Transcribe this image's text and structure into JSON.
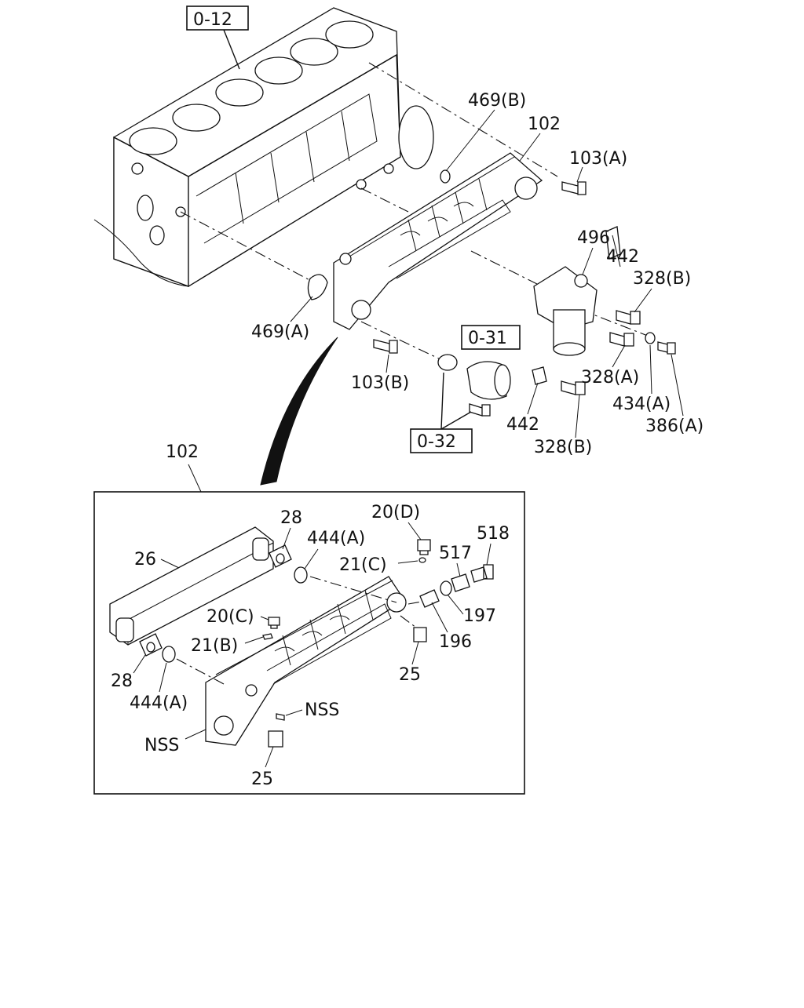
{
  "refs": {
    "ref_0_12": "0-12",
    "ref_0_31": "0-31",
    "ref_0_32": "0-32"
  },
  "labels": {
    "l469b": "469(B)",
    "l102_top": "102",
    "l103a": "103(A)",
    "l496": "496",
    "l442_top": "442",
    "l328b_top": "328(B)",
    "l469a": "469(A)",
    "l103b": "103(B)",
    "l328a": "328(A)",
    "l434a": "434(A)",
    "l386a": "386(A)",
    "l442_bottom": "442",
    "l328b_bottom": "328(B)",
    "l102_detail": "102",
    "l26": "26",
    "l28_top": "28",
    "l444a_top": "444(A)",
    "l20d": "20(D)",
    "l21c": "21(C)",
    "l518": "518",
    "l517": "517",
    "l197": "197",
    "l196": "196",
    "l20c": "20(C)",
    "l21b": "21(B)",
    "l25_right": "25",
    "l28_bottom": "28",
    "l444a_bottom": "444(A)",
    "lnss_right": "NSS",
    "lnss_left": "NSS",
    "l25_bottom": "25"
  }
}
